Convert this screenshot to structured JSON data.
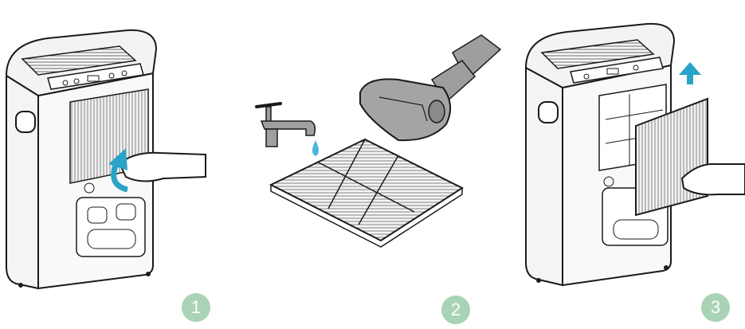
{
  "steps": [
    {
      "number": "1",
      "illustration": "dehumidifier-remove-filter"
    },
    {
      "number": "2",
      "illustration": "filter-rinse-and-vacuum"
    },
    {
      "number": "3",
      "illustration": "dehumidifier-insert-filter"
    }
  ],
  "colors": {
    "badge": "#a8d3b4",
    "arrow": "#2aa3c8",
    "water": "#4bb7df",
    "outline": "#1a1a1a",
    "body_fill": "#f7f7f7",
    "vacuum_fill": "#9e9e9e"
  }
}
